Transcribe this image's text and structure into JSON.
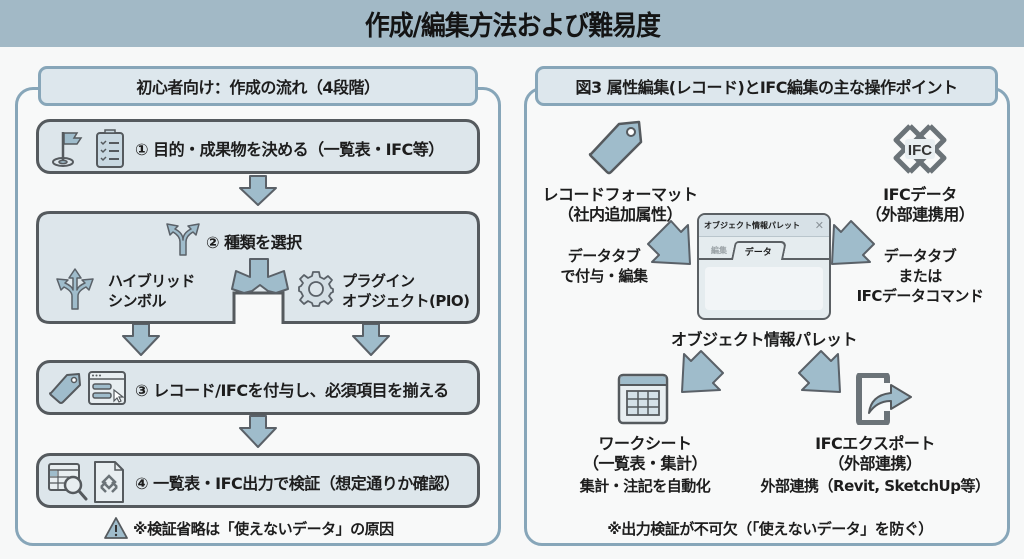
{
  "title": "作成/編集方法および難易度",
  "colors": {
    "header_bg": "#a2b9c6",
    "panel_border": "#87a6b9",
    "box_fill": "#dde6eb",
    "box_border": "#555a5e",
    "arrow_fill": "#9fbccb",
    "arrow_stroke": "#5a6168"
  },
  "left_panel": {
    "title": "初心者向け：作成の流れ（4段階）",
    "steps": [
      {
        "label": "① 目的・成果物を決める（一覧表・IFC等）",
        "icons": [
          "flag-target-icon",
          "clipboard-checklist-icon"
        ]
      },
      {
        "label": "② 種類を選択",
        "icons": [
          "fork-arrow-icon"
        ],
        "options": [
          {
            "label_line1": "ハイブリッド",
            "label_line2": "シンボル",
            "icon": "three-way-arrow-icon"
          },
          {
            "label_line1": "プラグイン",
            "label_line2": "オブジェクト(PIO)",
            "icon": "gear-icon"
          }
        ]
      },
      {
        "label": "③ レコード/IFCを付与し、必須項目を揃える",
        "icons": [
          "tag-icon",
          "form-window-icon"
        ]
      },
      {
        "label": "④ 一覧表・IFC出力で検証（想定通りか確認）",
        "icons": [
          "table-search-icon",
          "ifc-file-icon"
        ]
      }
    ],
    "note": "※検証省略は「使えないデータ」の原因",
    "note_icon": "warning-icon"
  },
  "right_panel": {
    "title": "図3 属性編集(レコード)とIFC編集の主な操作ポイント",
    "record_format": {
      "line1": "レコードフォーマット",
      "line2": "（社内追加属性）"
    },
    "ifc_data": {
      "line1": "IFCデータ",
      "line2": "（外部連携用）"
    },
    "left_action": {
      "line1": "データタブ",
      "line2": "で付与・編集"
    },
    "right_action": {
      "line1": "データタブ",
      "line2": "または",
      "line3": "IFCデータコマンド"
    },
    "palette": {
      "window_title": "オブジェクト情報パレット",
      "tab_inactive": "編集",
      "tab_active": "データ",
      "caption": "オブジェクト情報パレット"
    },
    "worksheet": {
      "line1": "ワークシート",
      "line2": "（一覧表・集計）",
      "line3": "集計・注記を自動化"
    },
    "ifc_export": {
      "line1": "IFCエクスポート",
      "line2": "（外部連携）",
      "line3": "外部連携（Revit, SketchUp等）"
    },
    "note": "※出力検証が不可欠（「使えないデータ」を防ぐ）"
  },
  "ifc_badge": "IFC"
}
